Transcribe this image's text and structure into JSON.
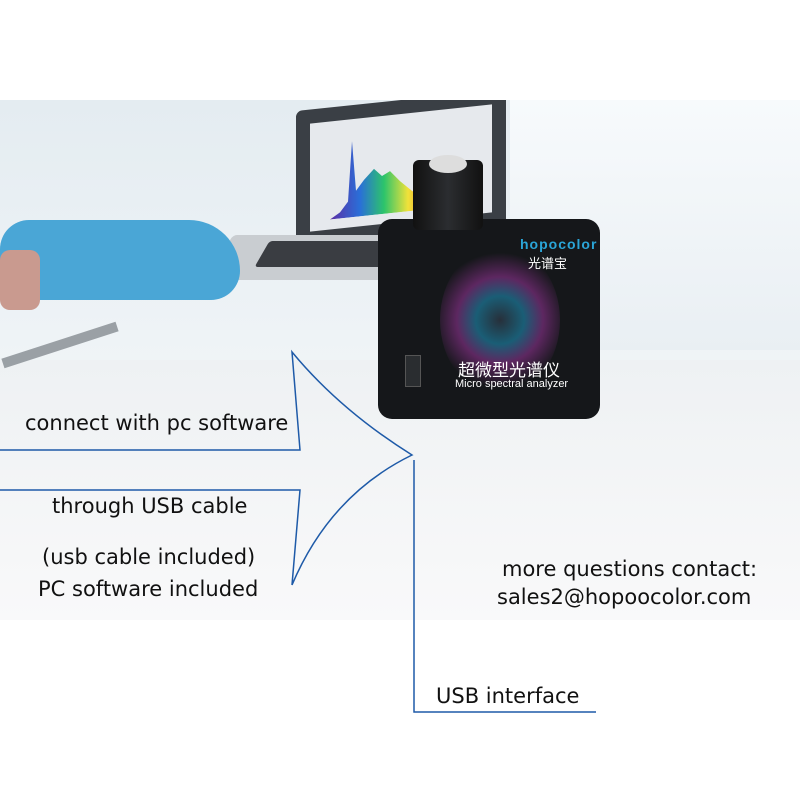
{
  "annotations": {
    "connect": "connect with pc software",
    "through": "through USB cable",
    "cable_included": "(usb cable included)",
    "software_included": "PC software included",
    "more_questions": "more questions contact:",
    "email": "sales2@hopoocolor.com",
    "usb_interface": "USB interface"
  },
  "device": {
    "brand": "hopocolor",
    "brand_cn": "光谱宝",
    "model_cn": "超微型光谱仪",
    "model_en": "Micro spectral analyzer"
  },
  "colors": {
    "callout_line": "#1e5aa8",
    "glove": "#4aa6d6",
    "device_body": "#15171a",
    "brand_accent": "#2aa5d8"
  }
}
